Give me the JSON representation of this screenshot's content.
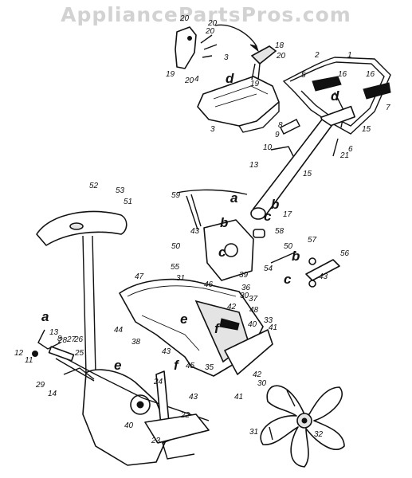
{
  "watermark": "AppliancePartsPros.com",
  "callouts": [
    {
      "id": "c1",
      "text": "1"
    },
    {
      "id": "c2",
      "text": "2"
    },
    {
      "id": "c3a",
      "text": "3"
    },
    {
      "id": "c3b",
      "text": "3"
    },
    {
      "id": "c4",
      "text": "4"
    },
    {
      "id": "c5",
      "text": "5"
    },
    {
      "id": "c6",
      "text": "6"
    },
    {
      "id": "c7",
      "text": "7"
    },
    {
      "id": "c8a",
      "text": "8"
    },
    {
      "id": "c8b",
      "text": "8"
    },
    {
      "id": "c9",
      "text": "9"
    },
    {
      "id": "c10",
      "text": "10"
    },
    {
      "id": "c11",
      "text": "11"
    },
    {
      "id": "c12",
      "text": "12"
    },
    {
      "id": "c13a",
      "text": "13"
    },
    {
      "id": "c13b",
      "text": "13"
    },
    {
      "id": "c14",
      "text": "14"
    },
    {
      "id": "c15a",
      "text": "15"
    },
    {
      "id": "c15b",
      "text": "15"
    },
    {
      "id": "c16a",
      "text": "16"
    },
    {
      "id": "c16b",
      "text": "16"
    },
    {
      "id": "c17",
      "text": "17"
    },
    {
      "id": "c18",
      "text": "18"
    },
    {
      "id": "c19a",
      "text": "19"
    },
    {
      "id": "c19b",
      "text": "19"
    },
    {
      "id": "c20a",
      "text": "20"
    },
    {
      "id": "c20b",
      "text": "20"
    },
    {
      "id": "c20c",
      "text": "20"
    },
    {
      "id": "c20d",
      "text": "20"
    },
    {
      "id": "c20e",
      "text": "20"
    },
    {
      "id": "c21",
      "text": "21"
    },
    {
      "id": "c22",
      "text": "22"
    },
    {
      "id": "c23",
      "text": "23"
    },
    {
      "id": "c24",
      "text": "24"
    },
    {
      "id": "c25",
      "text": "25"
    },
    {
      "id": "c26",
      "text": "26"
    },
    {
      "id": "c27",
      "text": "27"
    },
    {
      "id": "c28",
      "text": "28"
    },
    {
      "id": "c29",
      "text": "29"
    },
    {
      "id": "c30a",
      "text": "30"
    },
    {
      "id": "c30b",
      "text": "30"
    },
    {
      "id": "c31a",
      "text": "31"
    },
    {
      "id": "c31b",
      "text": "31"
    },
    {
      "id": "c32",
      "text": "32"
    },
    {
      "id": "c33",
      "text": "33"
    },
    {
      "id": "c35",
      "text": "35"
    },
    {
      "id": "c36",
      "text": "36"
    },
    {
      "id": "c37",
      "text": "37"
    },
    {
      "id": "c38",
      "text": "38"
    },
    {
      "id": "c39",
      "text": "39"
    },
    {
      "id": "c40a",
      "text": "40"
    },
    {
      "id": "c40b",
      "text": "40"
    },
    {
      "id": "c41a",
      "text": "41"
    },
    {
      "id": "c41b",
      "text": "41"
    },
    {
      "id": "c42a",
      "text": "42"
    },
    {
      "id": "c42b",
      "text": "42"
    },
    {
      "id": "c43a",
      "text": "43"
    },
    {
      "id": "c43b",
      "text": "43"
    },
    {
      "id": "c43c",
      "text": "43"
    },
    {
      "id": "c43d",
      "text": "43"
    },
    {
      "id": "c44",
      "text": "44"
    },
    {
      "id": "c45",
      "text": "45"
    },
    {
      "id": "c46",
      "text": "46"
    },
    {
      "id": "c47",
      "text": "47"
    },
    {
      "id": "c48",
      "text": "48"
    },
    {
      "id": "c50a",
      "text": "50"
    },
    {
      "id": "c50b",
      "text": "50"
    },
    {
      "id": "c51",
      "text": "51"
    },
    {
      "id": "c52",
      "text": "52"
    },
    {
      "id": "c53",
      "text": "53"
    },
    {
      "id": "c54",
      "text": "54"
    },
    {
      "id": "c55",
      "text": "55"
    },
    {
      "id": "c56",
      "text": "56"
    },
    {
      "id": "c57",
      "text": "57"
    },
    {
      "id": "c58",
      "text": "58"
    },
    {
      "id": "c59",
      "text": "59"
    }
  ],
  "refs": [
    {
      "id": "r-d1",
      "text": "d"
    },
    {
      "id": "r-d2",
      "text": "d"
    },
    {
      "id": "r-a1",
      "text": "a"
    },
    {
      "id": "r-b1",
      "text": "b"
    },
    {
      "id": "r-c1",
      "text": "c"
    },
    {
      "id": "r-b2",
      "text": "b"
    },
    {
      "id": "r-c2",
      "text": "c"
    },
    {
      "id": "r-b3",
      "text": "b"
    },
    {
      "id": "r-c3",
      "text": "c"
    },
    {
      "id": "r-e1",
      "text": "e"
    },
    {
      "id": "r-f1",
      "text": "f"
    },
    {
      "id": "r-a2",
      "text": "a"
    },
    {
      "id": "r-e2",
      "text": "e"
    },
    {
      "id": "r-f2",
      "text": "f"
    }
  ]
}
